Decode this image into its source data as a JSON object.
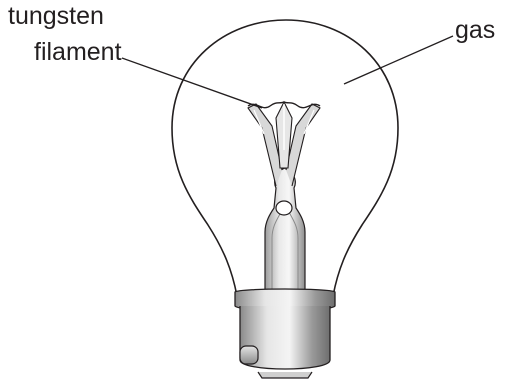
{
  "labels": {
    "tungsten": "tungsten",
    "filament": "filament",
    "gas": "gas"
  },
  "colors": {
    "ink": "#231f20",
    "metal_light": "#e8e8e8",
    "metal_mid": "#b5b5b5",
    "metal_dark": "#7a7a7a"
  }
}
